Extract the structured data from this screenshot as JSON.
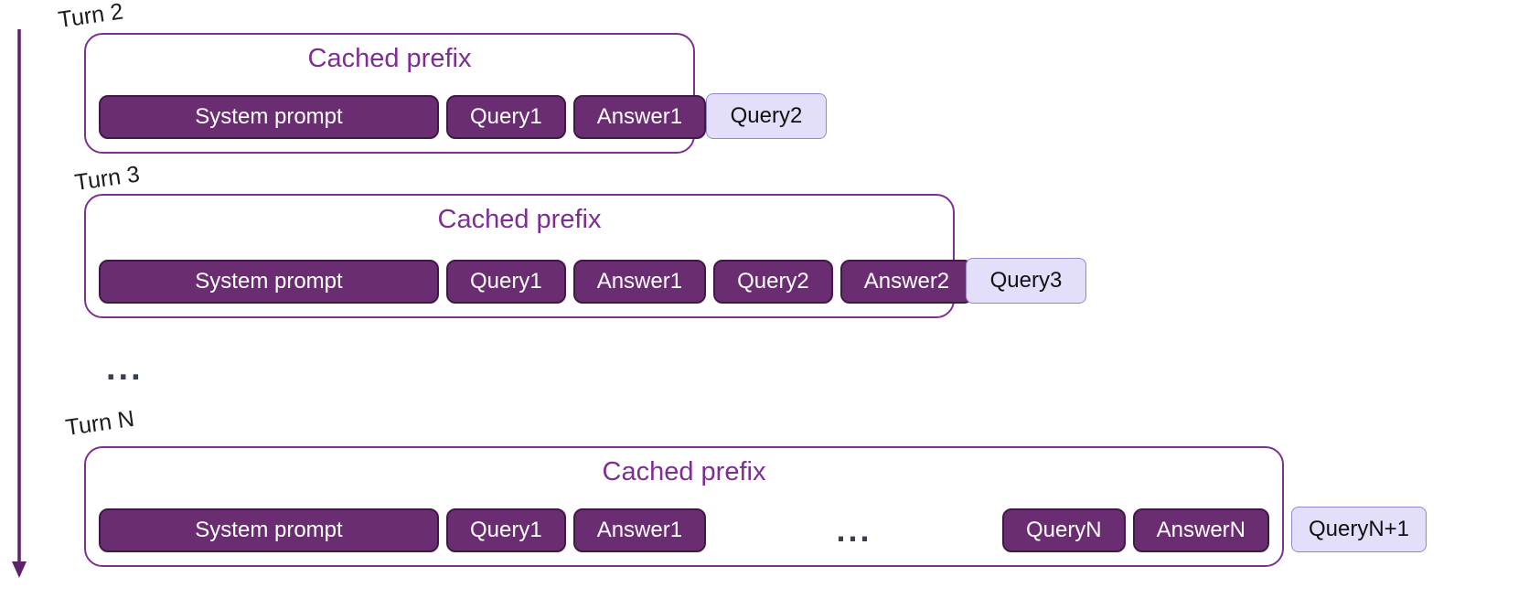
{
  "diagram": {
    "turns": [
      {
        "label": "Turn 2",
        "cache_title": "Cached prefix",
        "segments": [
          "System prompt",
          "Query1",
          "Answer1"
        ],
        "incoming_query": "Query2"
      },
      {
        "label": "Turn 3",
        "cache_title": "Cached prefix",
        "segments": [
          "System prompt",
          "Query1",
          "Answer1",
          "Query2",
          "Answer2"
        ],
        "incoming_query": "Query3"
      },
      {
        "label": "Turn N",
        "cache_title": "Cached prefix",
        "segments": [
          "System prompt",
          "Query1",
          "Answer1",
          "QueryN",
          "AnswerN"
        ],
        "gap_ellipsis": "...",
        "incoming_query": "QueryN+1"
      }
    ],
    "between_turns_ellipsis": "..."
  },
  "colors": {
    "dark_box_fill": "#6b2d71",
    "dark_box_border": "#3e1a45",
    "cache_border": "#7d3190",
    "title_text": "#7d2e91",
    "light_box_fill": "#e3defa",
    "light_box_border": "#9288cc",
    "arrow": "#5e2066",
    "turn_label_text": "#1c1c1c",
    "ellipsis": "#39404d"
  }
}
